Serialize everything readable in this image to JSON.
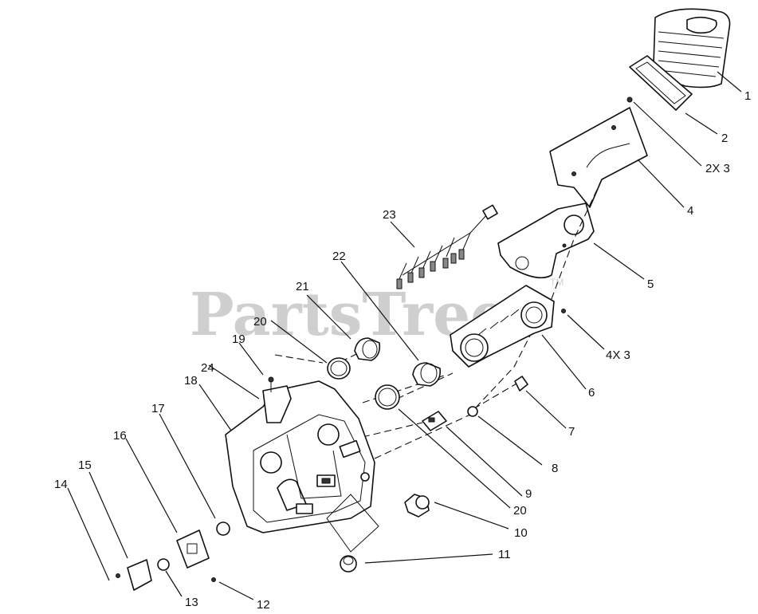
{
  "watermark": {
    "text": "PartsTree",
    "tm": "TM"
  },
  "callouts": [
    {
      "id": "c1",
      "label": "1"
    },
    {
      "id": "c2",
      "label": "2"
    },
    {
      "id": "c2x3",
      "label": "2X 3"
    },
    {
      "id": "c4",
      "label": "4"
    },
    {
      "id": "c5",
      "label": "5"
    },
    {
      "id": "c4x3",
      "label": "4X 3"
    },
    {
      "id": "c6",
      "label": "6"
    },
    {
      "id": "c7",
      "label": "7"
    },
    {
      "id": "c8",
      "label": "8"
    },
    {
      "id": "c9",
      "label": "9"
    },
    {
      "id": "c20b",
      "label": "20"
    },
    {
      "id": "c10",
      "label": "10"
    },
    {
      "id": "c11",
      "label": "11"
    },
    {
      "id": "c12",
      "label": "12"
    },
    {
      "id": "c13",
      "label": "13"
    },
    {
      "id": "c14",
      "label": "14"
    },
    {
      "id": "c15",
      "label": "15"
    },
    {
      "id": "c16",
      "label": "16"
    },
    {
      "id": "c17",
      "label": "17"
    },
    {
      "id": "c18",
      "label": "18"
    },
    {
      "id": "c24",
      "label": "24"
    },
    {
      "id": "c19",
      "label": "19"
    },
    {
      "id": "c20a",
      "label": "20"
    },
    {
      "id": "c21",
      "label": "21"
    },
    {
      "id": "c22",
      "label": "22"
    },
    {
      "id": "c23",
      "label": "23"
    }
  ]
}
